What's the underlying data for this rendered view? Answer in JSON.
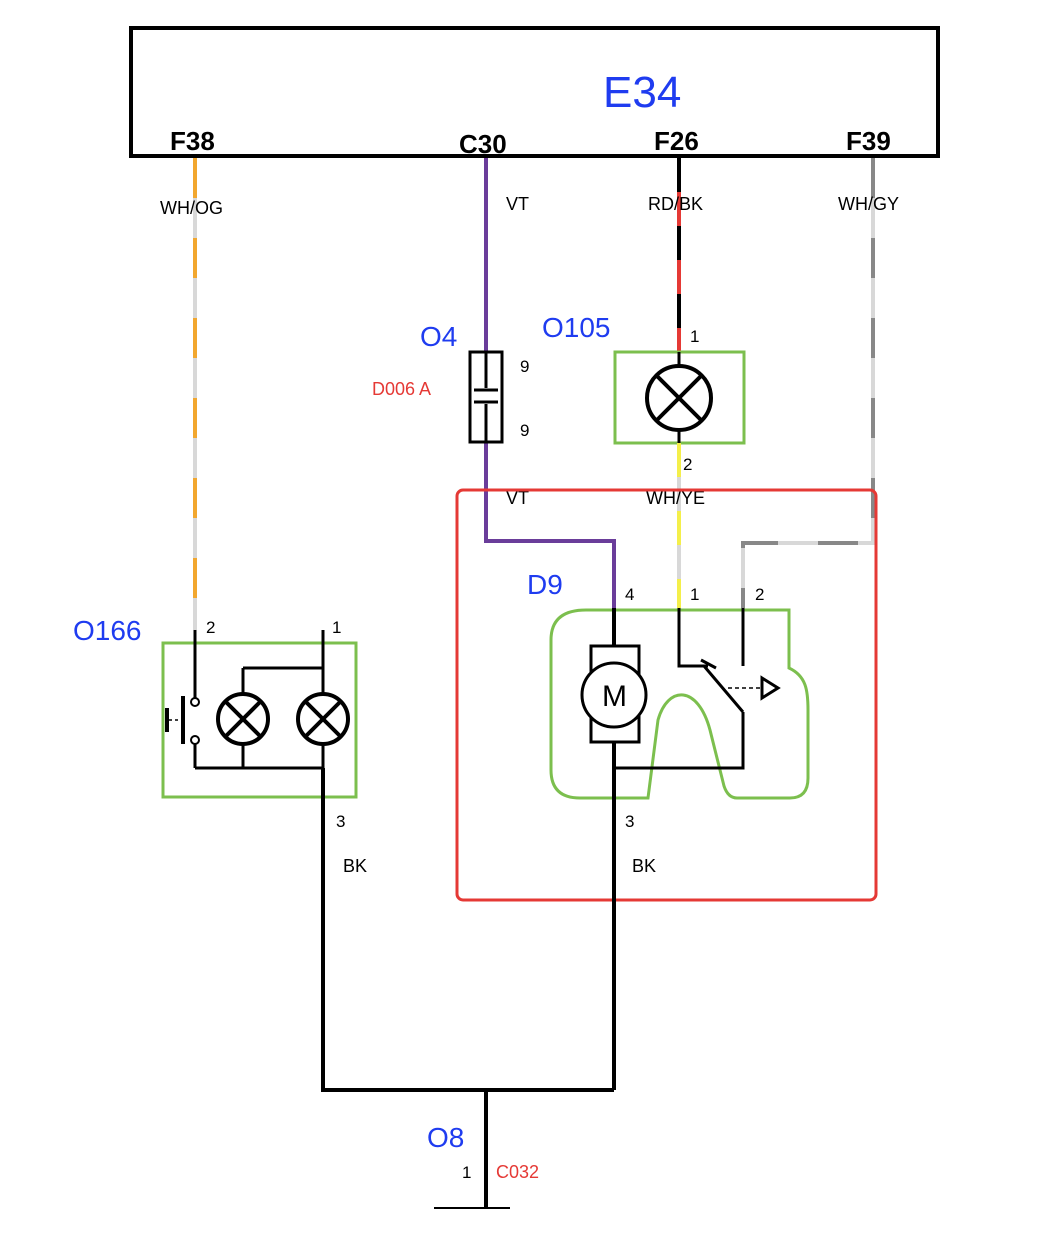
{
  "module": {
    "name": "E34"
  },
  "pins": {
    "f38": "F38",
    "c30": "C30",
    "f26": "F26",
    "f39": "F39"
  },
  "wires": {
    "f38": "WH/OG",
    "c30": "VT",
    "f26": "RD/BK",
    "f39": "WH/GY",
    "c30_lower": "VT",
    "o105_out": "WH/YE",
    "o166_ground": "BK",
    "d9_ground": "BK"
  },
  "components": {
    "o4": {
      "name": "O4",
      "ref": "D006 A",
      "pin_top": "9",
      "pin_bottom": "9"
    },
    "o105": {
      "name": "O105",
      "pin_in": "1",
      "pin_out": "2"
    },
    "o166": {
      "name": "O166",
      "pin_a": "2",
      "pin_b": "1",
      "pin_ground": "3"
    },
    "d9": {
      "name": "D9",
      "pin_motor": "4",
      "pin_switch_in": "1",
      "pin_switch_out": "2",
      "pin_ground": "3",
      "motor_label": "M"
    },
    "o8": {
      "name": "O8",
      "pin": "1",
      "ref": "C032"
    }
  },
  "colors": {
    "label_blue": "#1f3cf0",
    "ref_red": "#e53935",
    "component_outline": "#7cbf4e",
    "highlight_box": "#e53935",
    "wire_orange": "#f2a72e",
    "wire_violet": "#6a3d9a",
    "wire_red": "#e53935",
    "wire_grey": "#888888",
    "wire_light_grey": "#d8d8d8",
    "wire_yellow": "#f4ef4a",
    "wire_black": "#000000"
  }
}
